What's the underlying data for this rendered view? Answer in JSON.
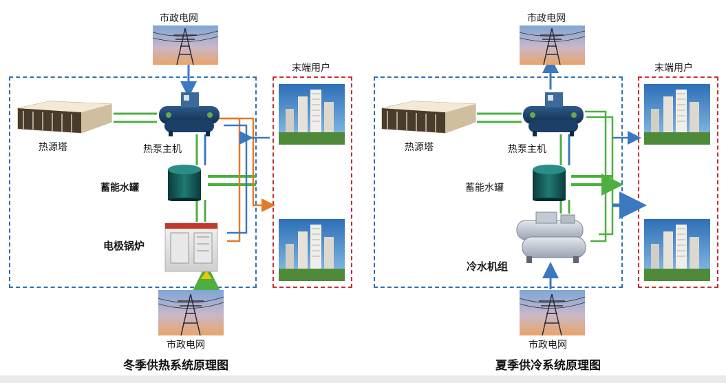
{
  "winter": {
    "title": "冬季供热系统原理图",
    "grid_top_label": "市政电网",
    "grid_bottom_label": "市政电网",
    "end_user_label": "末端用户",
    "heat_source_tower_label": "热源塔",
    "heat_pump_label": "热泵主机",
    "storage_tank_label": "蓄能水罐",
    "electrode_boiler_label": "电极锅炉"
  },
  "summer": {
    "title": "夏季供冷系统原理图",
    "grid_top_label": "市政电网",
    "grid_bottom_label": "市政电网",
    "end_user_label": "末端用户",
    "heat_source_tower_label": "热源塔",
    "heat_pump_label": "热泵主机",
    "storage_tank_label": "蓄能水罐",
    "chiller_label": "冷水机组"
  },
  "colors": {
    "system_boundary": "#2f6fb0",
    "end_user_boundary": "#d02a2a",
    "pipe_green": "#4caf3f",
    "pipe_blue": "#3a78c0",
    "pipe_orange": "#e07b2a",
    "arrow_yellow": "#f2c200"
  }
}
